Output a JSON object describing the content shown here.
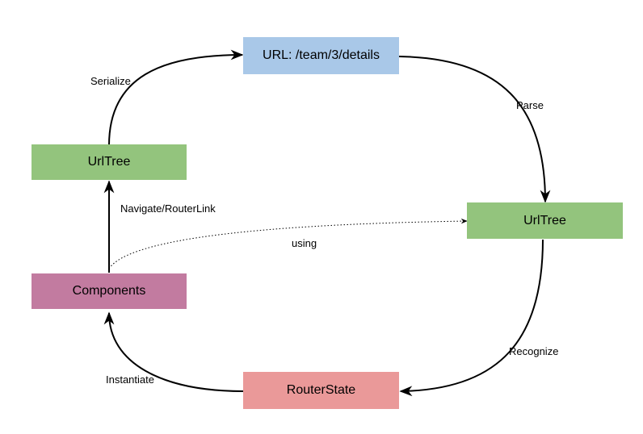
{
  "nodes": {
    "url": {
      "label": "URL: /team/3/details",
      "color": "#a9c8e8"
    },
    "urltree_top": {
      "label": "UrlTree",
      "color": "#93c47d"
    },
    "urltree_right": {
      "label": "UrlTree",
      "color": "#93c47d"
    },
    "components": {
      "label": "Components",
      "color": "#c27ba0"
    },
    "routerstate": {
      "label": "RouterState",
      "color": "#ea9999"
    }
  },
  "edges": {
    "serialize": "Serialize",
    "parse": "Parse",
    "navigate": "Navigate/RouterLink",
    "using": "using",
    "recognize": "Recognize",
    "instantiate": "Instantiate"
  }
}
